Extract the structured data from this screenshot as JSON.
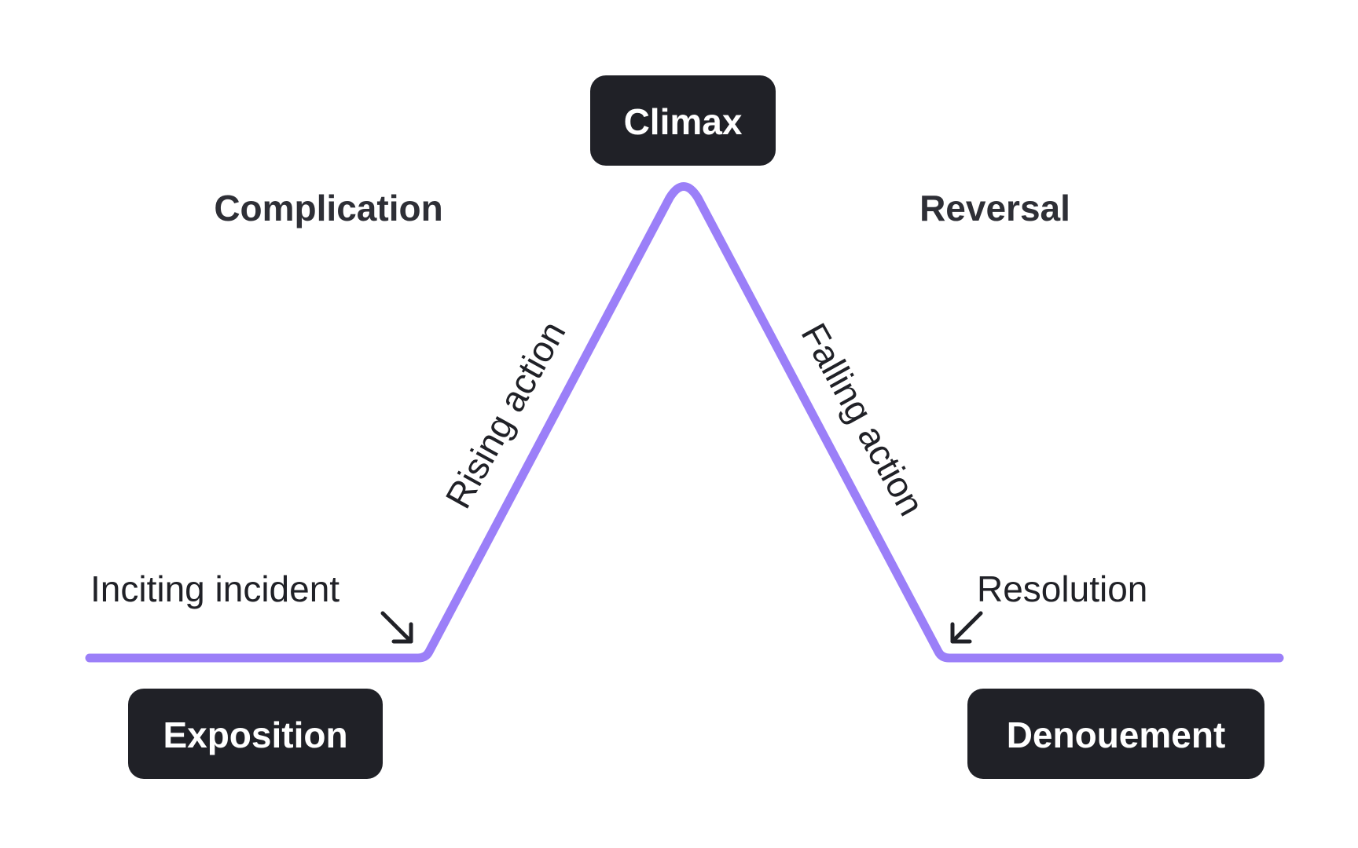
{
  "colors": {
    "arc_line": "#9b7ff8",
    "box_fill": "#202127",
    "box_text": "#ffffff",
    "text": "#202127",
    "background": "#ffffff"
  },
  "stages": {
    "climax": "Climax",
    "exposition": "Exposition",
    "denouement": "Denouement"
  },
  "phases": {
    "complication": "Complication",
    "reversal": "Reversal"
  },
  "actions": {
    "rising": "Rising action",
    "falling": "Falling action"
  },
  "events": {
    "inciting_incident": "Inciting incident",
    "inciting_arrow_icon": "arrow-down-right-icon",
    "resolution": "Resolution",
    "resolution_arrow_icon": "arrow-down-left-icon"
  }
}
